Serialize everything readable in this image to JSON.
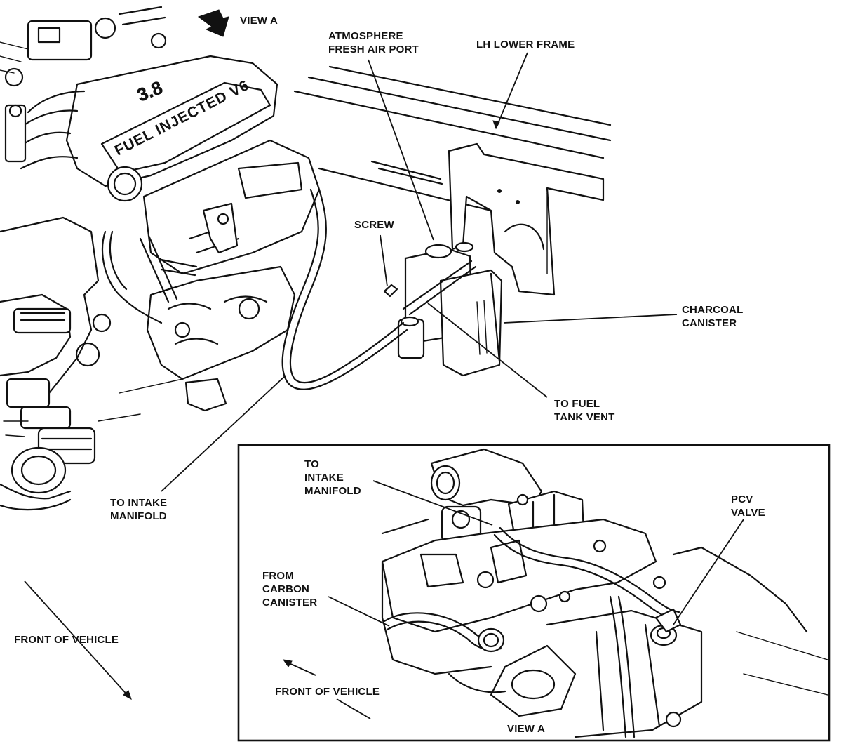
{
  "labels": {
    "view_a_top": "VIEW A",
    "atmosphere_port": [
      "ATMOSPHERE",
      "FRESH AIR PORT"
    ],
    "lh_lower_frame": "LH LOWER FRAME",
    "screw": "SCREW",
    "charcoal_canister": [
      "CHARCOAL",
      "CANISTER"
    ],
    "to_fuel_tank_vent": [
      "TO FUEL",
      "TANK VENT"
    ],
    "to_intake_manifold_main": [
      "TO INTAKE",
      "MANIFOLD"
    ],
    "front_of_vehicle_main": "FRONT OF VEHICLE",
    "inset_to_intake_manifold": [
      "TO",
      "INTAKE",
      "MANIFOLD"
    ],
    "pcv_valve": [
      "PCV",
      "VALVE"
    ],
    "from_carbon_canister": [
      "FROM",
      "CARBON",
      "CANISTER"
    ],
    "front_of_vehicle_inset": "FRONT OF VEHICLE",
    "view_a_inset": "VIEW A"
  },
  "engine_cover_text": {
    "fuel_injected": "FUEL INJECTED V6",
    "displacement": "3.8"
  },
  "colors": {
    "ink": "#111111",
    "paper": "#ffffff"
  }
}
